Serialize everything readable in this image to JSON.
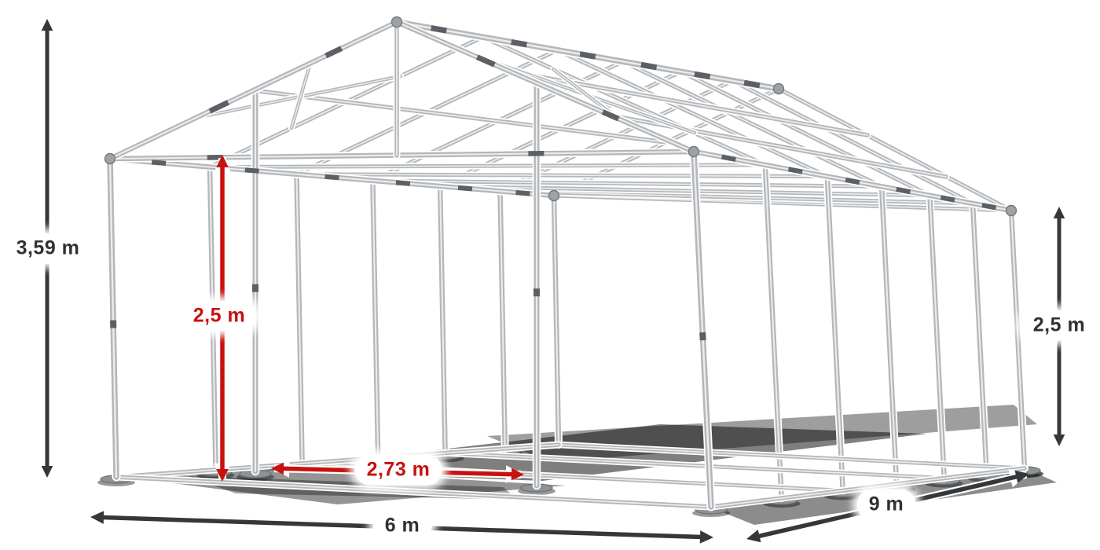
{
  "diagram": {
    "subject": "tent-frame-construction",
    "dimensions": {
      "total_height": {
        "label": "3,59 m",
        "color": "dark"
      },
      "inner_height": {
        "label": "2,5 m",
        "color": "red"
      },
      "entrance_width": {
        "label": "2,73 m",
        "color": "red"
      },
      "width": {
        "label": "6 m",
        "color": "dark"
      },
      "length": {
        "label": "9 m",
        "color": "dark"
      },
      "side_height": {
        "label": "2,5 m",
        "color": "dark"
      }
    }
  },
  "colors": {
    "red": "#c8100f",
    "dark": "#34383b",
    "text_dark": "#2e3235",
    "tube_body": "#b4b7ba",
    "tube_highlight": "#eaeced",
    "tube_halo": "#ffffff",
    "joint_dark": "#5c6064",
    "plate": "#8f9295",
    "shadow": "#000000",
    "background": "#ffffff"
  }
}
